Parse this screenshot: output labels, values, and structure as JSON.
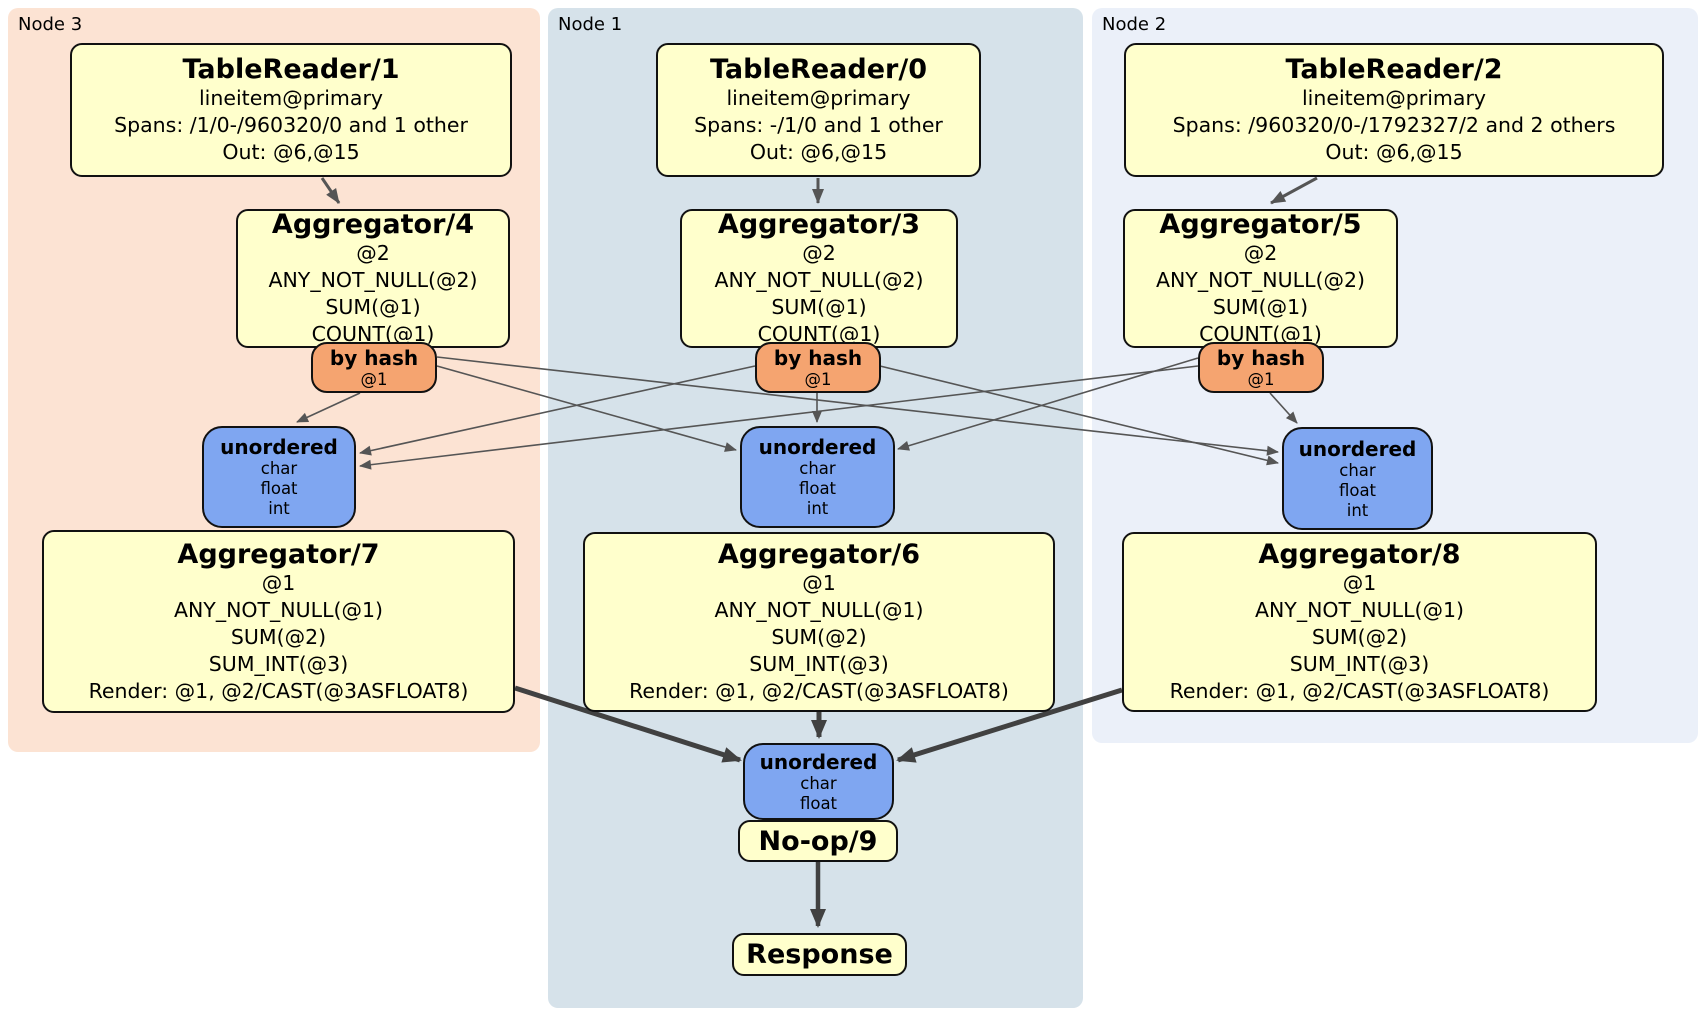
{
  "groups": {
    "node3": {
      "label": "Node 3"
    },
    "node1": {
      "label": "Node 1"
    },
    "node2": {
      "label": "Node 2"
    }
  },
  "operators": {
    "tr1": {
      "title": "TableReader/1",
      "lines": [
        "lineitem@primary",
        "Spans: /1/0-/960320/0 and 1 other",
        "Out: @6,@15"
      ]
    },
    "tr0": {
      "title": "TableReader/0",
      "lines": [
        "lineitem@primary",
        "Spans: -/1/0 and 1 other",
        "Out: @6,@15"
      ]
    },
    "tr2": {
      "title": "TableReader/2",
      "lines": [
        "lineitem@primary",
        "Spans: /960320/0-/1792327/2 and 2 others",
        "Out: @6,@15"
      ]
    },
    "agg4": {
      "title": "Aggregator/4",
      "lines": [
        "@2",
        "ANY_NOT_NULL(@2)",
        "SUM(@1)",
        "COUNT(@1)"
      ]
    },
    "agg3": {
      "title": "Aggregator/3",
      "lines": [
        "@2",
        "ANY_NOT_NULL(@2)",
        "SUM(@1)",
        "COUNT(@1)"
      ]
    },
    "agg5": {
      "title": "Aggregator/5",
      "lines": [
        "@2",
        "ANY_NOT_NULL(@2)",
        "SUM(@1)",
        "COUNT(@1)"
      ]
    },
    "router3": {
      "title": "by hash",
      "lines": [
        "@1"
      ]
    },
    "router1": {
      "title": "by hash",
      "lines": [
        "@1"
      ]
    },
    "router2": {
      "title": "by hash",
      "lines": [
        "@1"
      ]
    },
    "sync3": {
      "title": "unordered",
      "lines": [
        "char",
        "float",
        "int"
      ]
    },
    "sync1": {
      "title": "unordered",
      "lines": [
        "char",
        "float",
        "int"
      ]
    },
    "sync2": {
      "title": "unordered",
      "lines": [
        "char",
        "float",
        "int"
      ]
    },
    "agg7": {
      "title": "Aggregator/7",
      "lines": [
        "@1",
        "ANY_NOT_NULL(@1)",
        "SUM(@2)",
        "SUM_INT(@3)",
        "Render: @1, @2/CAST(@3ASFLOAT8)"
      ]
    },
    "agg6": {
      "title": "Aggregator/6",
      "lines": [
        "@1",
        "ANY_NOT_NULL(@1)",
        "SUM(@2)",
        "SUM_INT(@3)",
        "Render: @1, @2/CAST(@3ASFLOAT8)"
      ]
    },
    "agg8": {
      "title": "Aggregator/8",
      "lines": [
        "@1",
        "ANY_NOT_NULL(@1)",
        "SUM(@2)",
        "SUM_INT(@3)",
        "Render: @1, @2/CAST(@3ASFLOAT8)"
      ]
    },
    "final_sync": {
      "title": "unordered",
      "lines": [
        "char",
        "float"
      ]
    },
    "noop": {
      "title": "No-op/9"
    },
    "response": {
      "title": "Response"
    }
  },
  "colors": {
    "node3_bg": "#fce3d3",
    "node1_bg": "#d6e2ea",
    "node2_bg": "#ebf0f9",
    "operator_bg": "#ffffcc",
    "router_bg": "#f5a470",
    "sync_bg": "#7fa6f1",
    "edge": "#555555"
  }
}
